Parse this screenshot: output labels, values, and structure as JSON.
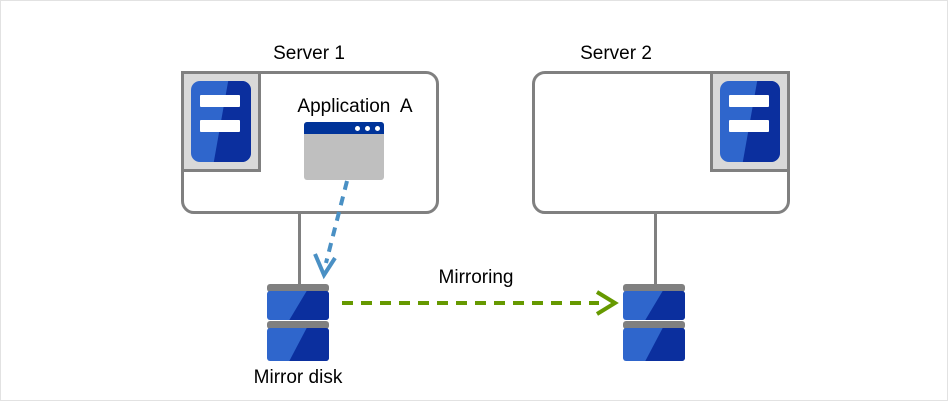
{
  "diagram": {
    "title_server1": "Server 1",
    "title_server2": "Server 2",
    "application_label": "Application  A",
    "mirroring_label": "Mirroring",
    "mirror_disk_label": "Mirror disk",
    "colors": {
      "server_border": "#808080",
      "bay_frame": "#d9d9d9",
      "unit_blue_light": "#2f66cc",
      "unit_blue_dark": "#0b2f9e",
      "app_titlebar": "#003399",
      "app_body": "#bfbfbf",
      "write_arrow": "#4a90c4",
      "mirror_arrow": "#669900",
      "connector": "#808080",
      "page_border": "#e2e2e2",
      "text": "#000000"
    }
  }
}
